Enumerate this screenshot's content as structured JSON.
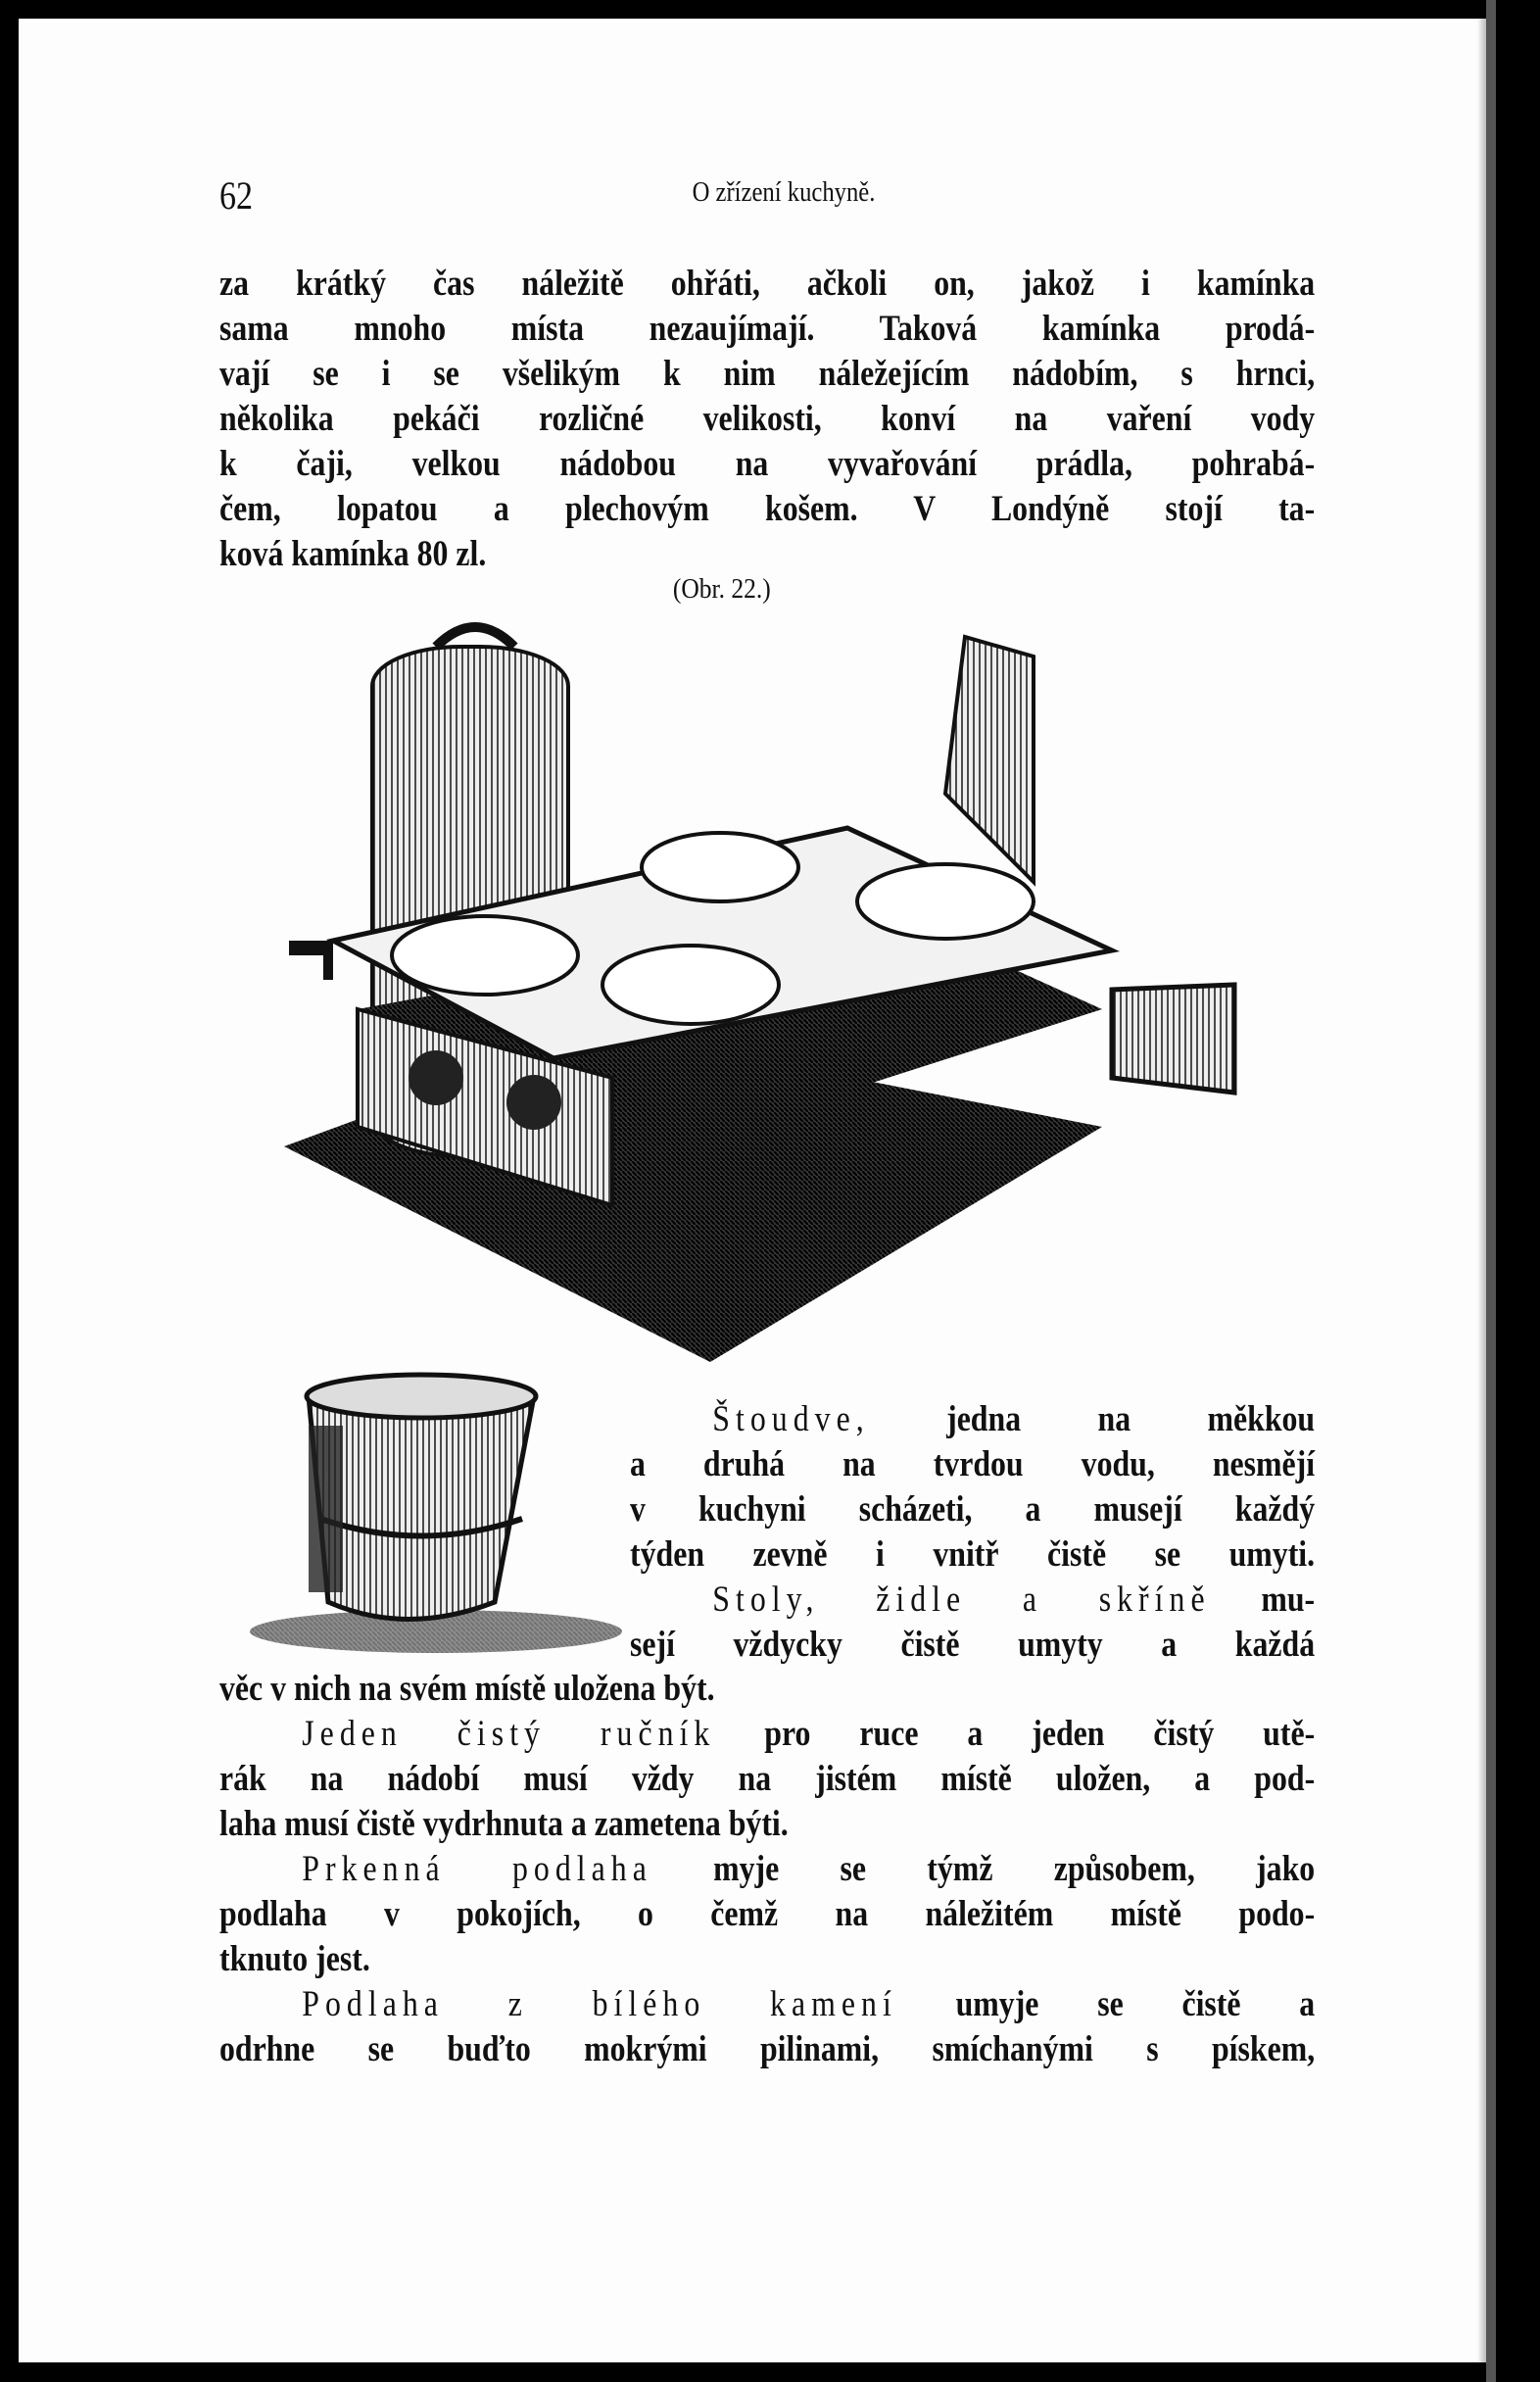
{
  "header": {
    "page_number": "62",
    "running_title": "O zřízení kuchyně."
  },
  "figure_caption": "(Obr. 22.)",
  "figure_labels": {
    "stove": "stove-with-water-boiler-illustration",
    "tub": "tub-illustration"
  },
  "top_paragraph": [
    {
      "text": "za krátký čas náležitě ohřáti, ačkoli on, jakož i kamínka"
    },
    {
      "text": "sama mnoho místa nezaujímají. Taková kamínka prodá-"
    },
    {
      "text": "vají se i se všelikým k nim náležejícím nádobím, s hrnci,"
    },
    {
      "text": "několika pekáči rozličné velikosti, konví na vaření vody"
    },
    {
      "text": "k čaji, velkou nádobou na vyvařování prádla, pohrabá-"
    },
    {
      "text": "čem, lopatou a plechovým košem. V Londýně stojí ta-"
    },
    {
      "text": "ková kamínka 80 zl.",
      "last": true
    }
  ],
  "right_column": [
    {
      "em": "Štoudve,",
      "text": "jedna na měkkou",
      "indent": true
    },
    {
      "text": "a druhá na tvrdou vodu, nesmějí"
    },
    {
      "text": "v kuchyni scházeti, a musejí každý"
    },
    {
      "text": "týden zevně i vnitř čistě se umyti."
    },
    {
      "em": "Stoly, židle a skříně",
      "text": "mu-",
      "indent": true
    },
    {
      "text": "sejí vždycky čistě umyty a každá"
    }
  ],
  "bottom_text": [
    {
      "text": "věc v nich na svém místě uložena být.",
      "last": true
    },
    {
      "em": "Jeden čistý ručník",
      "text": "pro ruce a jeden čistý utě-",
      "indent": true
    },
    {
      "text": "rák na nádobí musí vždy na jistém místě uložen, a pod-"
    },
    {
      "text": "laha musí čistě vydrhnuta a zametena býti.",
      "last": true
    },
    {
      "em": "Prkenná podlaha",
      "text": "myje se týmž způsobem, jako",
      "indent": true
    },
    {
      "text": "podlaha v pokojích, o čemž na náležitém místě podo-"
    },
    {
      "text": "tknuto jest.",
      "last": true
    },
    {
      "em": "Podlaha z bílého kamení",
      "text": "umyje se čistě a",
      "indent": true
    },
    {
      "text": "odrhne se buďto mokrými pilinami, smíchanými s pískem,"
    }
  ]
}
